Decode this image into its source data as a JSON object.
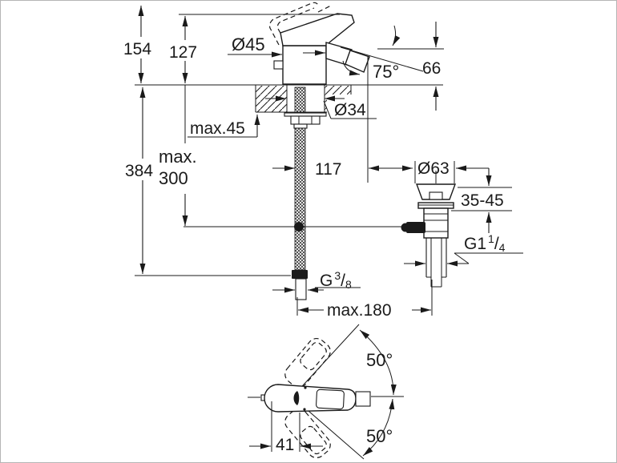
{
  "drawing": {
    "title": "faucet-dimension-drawing",
    "line_color": "#1a1a1a",
    "background_color": "#ffffff",
    "dims": {
      "d154": "154",
      "d127": "127",
      "d45": "Ø45",
      "a75": "75°",
      "d66": "66",
      "d34": "Ø34",
      "max45": "max.45",
      "d384": "384",
      "max300_line1": "max.",
      "max300_line2": "300",
      "d117": "117",
      "d63": "Ø63",
      "d3545": "35-45",
      "g114": {
        "prefix": "G1",
        "sup": "1",
        "slash": "/",
        "sub": "4"
      },
      "g38": {
        "prefix": "G",
        "sup": "3",
        "slash": "/",
        "sub": "8"
      },
      "max180": "max.180",
      "a50_upper": "50°",
      "a50_lower": "50°",
      "d41": "41"
    }
  }
}
